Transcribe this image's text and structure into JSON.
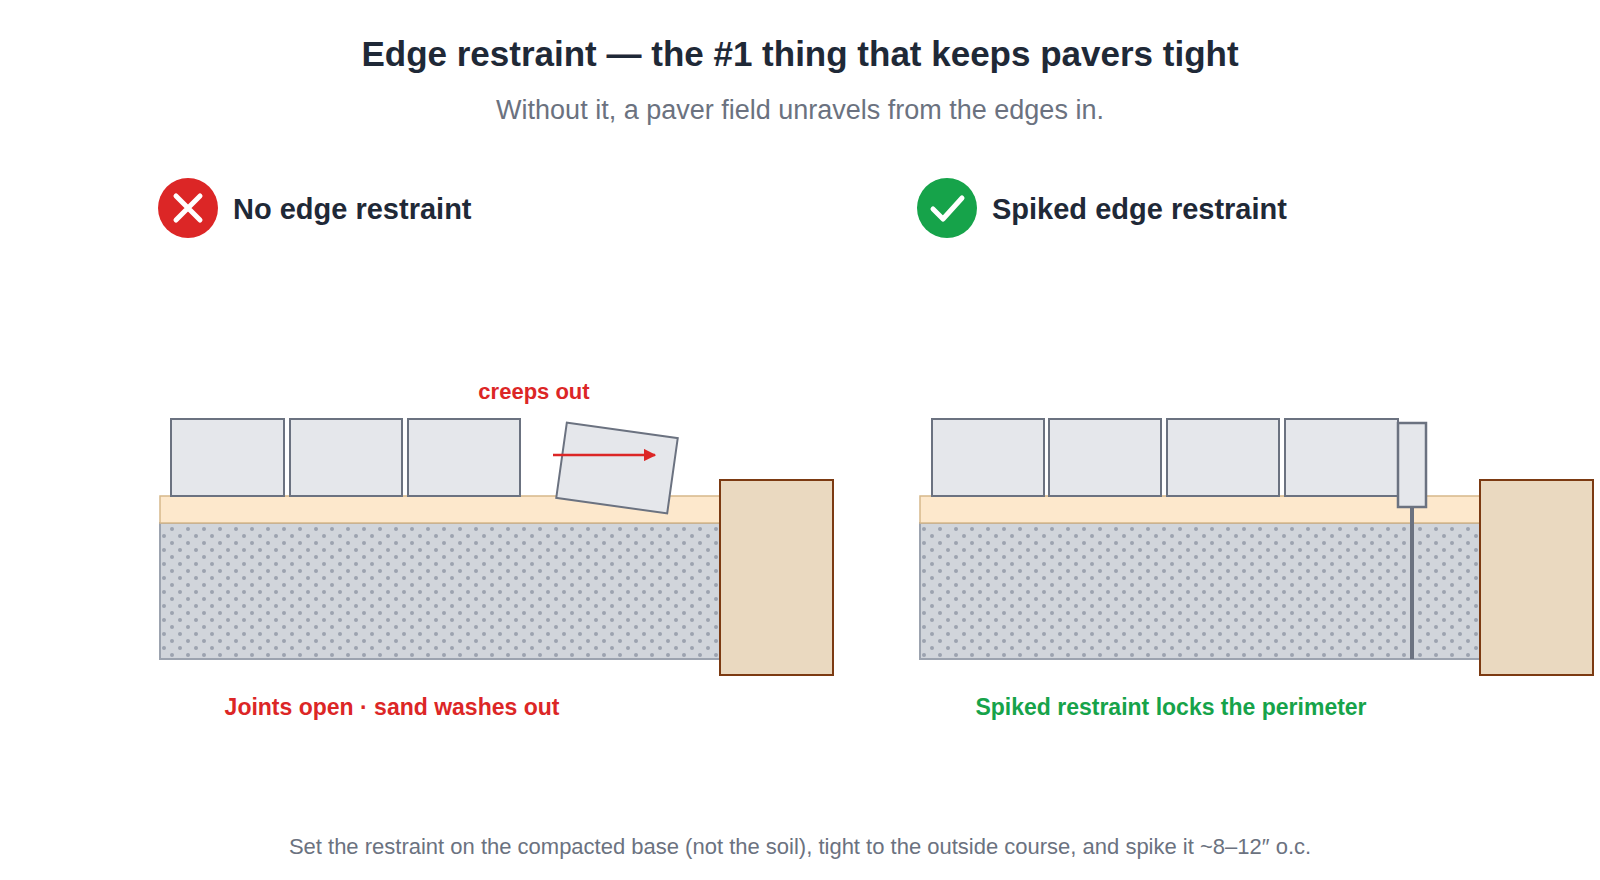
{
  "diagram": {
    "title": "Edge restraint — the #1 thing that keeps pavers tight",
    "caption": "Set the restraint on the compacted base (not the soil), tight to the outside course, and spike it ~8–12″ o.c.",
    "labels": [
      "Without it, a paver field unravels from the edges in.",
      "No edge restraint",
      "Spiked edge restraint",
      "creeps out",
      "Joints open · sand washes out",
      "Spiked restraint locks the perimeter"
    ]
  }
}
